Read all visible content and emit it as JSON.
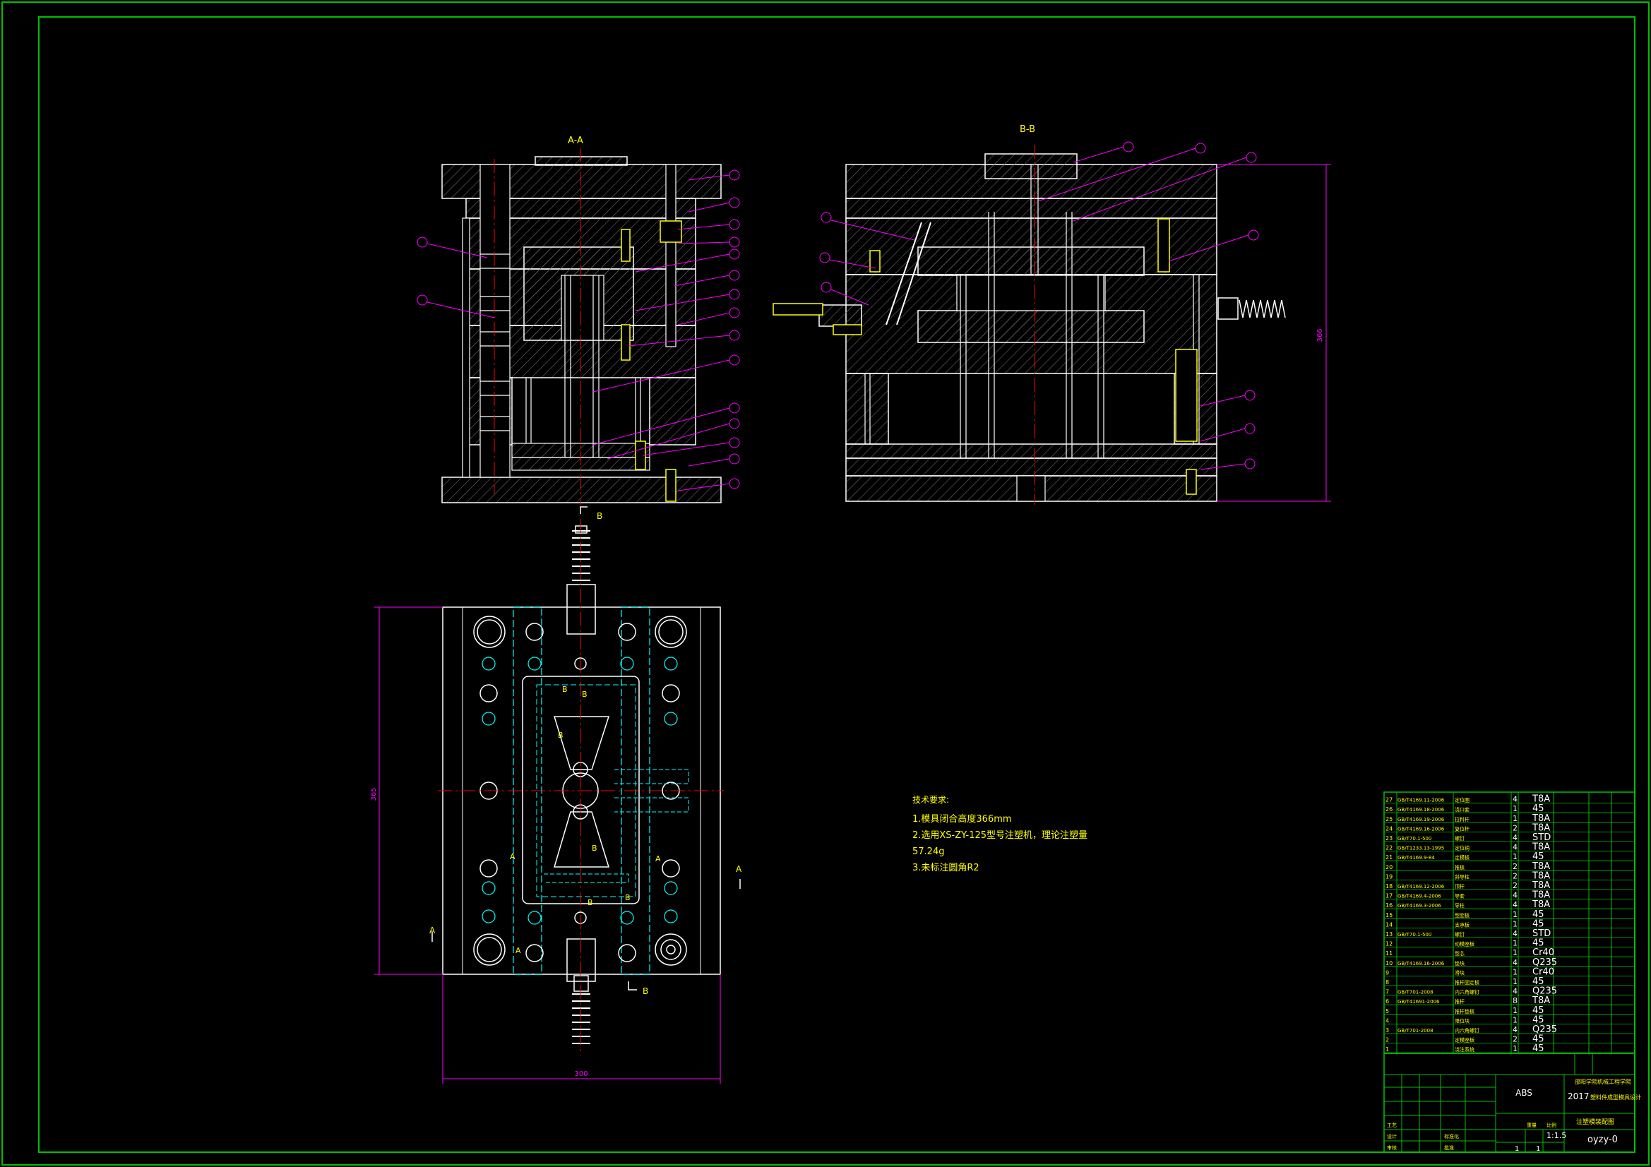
{
  "views": {
    "section_aa": "A-A",
    "section_bb": "B-B",
    "cut_a": "A",
    "cut_b": "B",
    "dim_vertical_left": "365",
    "dim_vertical_right": "366",
    "dim_horizontal": "300"
  },
  "tech_notes": {
    "heading": "技术要求:",
    "line1": "1.模具闭合高度366mm",
    "line2a": "2.选用XS-ZY-125型号注塑机，理论注塑量",
    "line2b": "57.24g",
    "line3": "3.未标注圆角R2"
  },
  "bom": [
    {
      "no": "27",
      "std": "GB/T4169.11-2006",
      "name": "定位圈",
      "qty": "4",
      "mat": "T8A"
    },
    {
      "no": "26",
      "std": "GB/T4169.18-2006",
      "name": "浇口套",
      "qty": "1",
      "mat": "45"
    },
    {
      "no": "25",
      "std": "GB/T4169.19-2006",
      "name": "拉料杆",
      "qty": "1",
      "mat": "T8A"
    },
    {
      "no": "24",
      "std": "GB/T4169.16-2006",
      "name": "复位杆",
      "qty": "2",
      "mat": "T8A"
    },
    {
      "no": "23",
      "std": "GB/T70.1-500",
      "name": "螺钉",
      "qty": "4",
      "mat": "STD"
    },
    {
      "no": "22",
      "std": "GB/T1233.13-1995",
      "name": "定位销",
      "qty": "4",
      "mat": "T8A"
    },
    {
      "no": "21",
      "std": "GB/T4169.9-84",
      "name": "定模板",
      "qty": "1",
      "mat": "45"
    },
    {
      "no": "20",
      "std": "",
      "name": "推板",
      "qty": "2",
      "mat": "T8A"
    },
    {
      "no": "19",
      "std": "",
      "name": "斜导柱",
      "qty": "2",
      "mat": "T8A"
    },
    {
      "no": "18",
      "std": "GB/T4169.12-2006",
      "name": "顶杆",
      "qty": "2",
      "mat": "T8A"
    },
    {
      "no": "17",
      "std": "GB/T4169.4-2006",
      "name": "导套",
      "qty": "4",
      "mat": "T8A"
    },
    {
      "no": "16",
      "std": "GB/T4169.3-2006",
      "name": "导柱",
      "qty": "4",
      "mat": "T8A"
    },
    {
      "no": "15",
      "std": "",
      "name": "型腔板",
      "qty": "1",
      "mat": "45"
    },
    {
      "no": "14",
      "std": "",
      "name": "支承板",
      "qty": "1",
      "mat": "45"
    },
    {
      "no": "13",
      "std": "GB/T70.1-500",
      "name": "螺钉",
      "qty": "4",
      "mat": "STD"
    },
    {
      "no": "12",
      "std": "",
      "name": "动模座板",
      "qty": "1",
      "mat": "45"
    },
    {
      "no": "11",
      "std": "",
      "name": "型芯",
      "qty": "1",
      "mat": "Cr40"
    },
    {
      "no": "10",
      "std": "GB/T4169.16-2006",
      "name": "垫块",
      "qty": "4",
      "mat": "Q235"
    },
    {
      "no": "9",
      "std": "",
      "name": "滑块",
      "qty": "1",
      "mat": "Cr40"
    },
    {
      "no": "8",
      "std": "",
      "name": "推杆固定板",
      "qty": "1",
      "mat": "45"
    },
    {
      "no": "7",
      "std": "GB/T701-2008",
      "name": "内六角螺钉",
      "qty": "4",
      "mat": "Q235"
    },
    {
      "no": "6",
      "std": "GB/T41691-2006",
      "name": "推杆",
      "qty": "8",
      "mat": "T8A"
    },
    {
      "no": "5",
      "std": "",
      "name": "推杆垫板",
      "qty": "1",
      "mat": "45"
    },
    {
      "no": "4",
      "std": "",
      "name": "限位块",
      "qty": "1",
      "mat": "45"
    },
    {
      "no": "3",
      "std": "GB/T701-2008",
      "name": "内六角螺钉",
      "qty": "4",
      "mat": "Q235"
    },
    {
      "no": "2",
      "std": "",
      "name": "定模座板",
      "qty": "2",
      "mat": "45"
    },
    {
      "no": "1",
      "std": "",
      "name": "浇注系统",
      "qty": "1",
      "mat": "45"
    }
  ],
  "title_block": {
    "material": "ABS",
    "year": "2017",
    "school": "邵阳学院机械工程学院",
    "title": "塑料件成型模具设计",
    "drawing_name": "注塑模装配图",
    "scale": "1:1.5",
    "drawing_no": "oyzy-0",
    "sheet": "1",
    "sheets": "1",
    "mark_weight": "重量",
    "mark_scale": "比例",
    "designer": "设计",
    "checker": "审核",
    "approver": "批准",
    "standard": "标准化",
    "process": "工艺"
  },
  "colors": {
    "line_white": "#ffffff",
    "hatch": "#7f7f7f",
    "magenta": "#ff00ff",
    "yellow": "#ffff00",
    "cyan": "#00ffff",
    "green": "#00ff00",
    "red": "#ff0000",
    "frame": "#00c000"
  }
}
